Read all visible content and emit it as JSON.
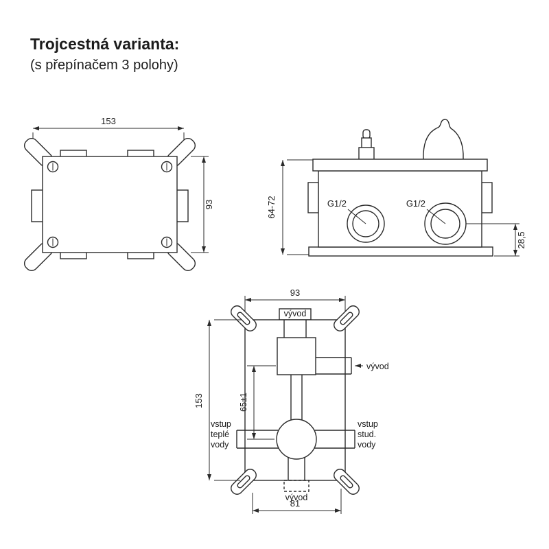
{
  "header": {
    "title": "Trojcestná varianta:",
    "subtitle": "(s přepínačem 3 polohy)"
  },
  "front_view": {
    "width_dim": "153",
    "height_dim": "93"
  },
  "side_view": {
    "height_dim": "64-72",
    "thread_left_label": "G1/2",
    "thread_right_label": "G1/2",
    "depth_dim": "28,5"
  },
  "bottom_view": {
    "width_dim": "93",
    "height_dim": "153",
    "center_dim": "65±1",
    "bottom_dim": "81",
    "outlet_top_label": "vývod",
    "outlet_side_label": "vývod",
    "outlet_bottom_label": "vývod",
    "inlet_hot": {
      "l1": "vstup",
      "l2": "teplé",
      "l3": "vody"
    },
    "inlet_cold": {
      "l1": "vstup",
      "l2": "stud.",
      "l3": "vody"
    }
  },
  "colors": {
    "line": "#2a2a2a",
    "background": "#ffffff"
  }
}
